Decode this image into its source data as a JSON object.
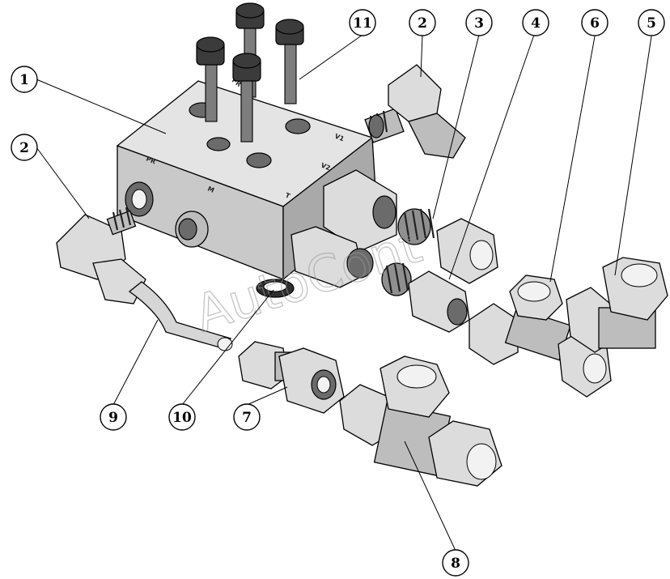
{
  "figure": {
    "watermark": "AutoCont",
    "port_labels": [
      "PR",
      "M",
      "T",
      "V2",
      "V1",
      "PR"
    ]
  },
  "callouts": [
    {
      "id": "1",
      "label": "1"
    },
    {
      "id": "2a",
      "label": "2"
    },
    {
      "id": "2b",
      "label": "2"
    },
    {
      "id": "3",
      "label": "3"
    },
    {
      "id": "4",
      "label": "4"
    },
    {
      "id": "5",
      "label": "5"
    },
    {
      "id": "6",
      "label": "6"
    },
    {
      "id": "7",
      "label": "7"
    },
    {
      "id": "8",
      "label": "8"
    },
    {
      "id": "9",
      "label": "9"
    },
    {
      "id": "10",
      "label": "10"
    },
    {
      "id": "11",
      "label": "11"
    }
  ]
}
